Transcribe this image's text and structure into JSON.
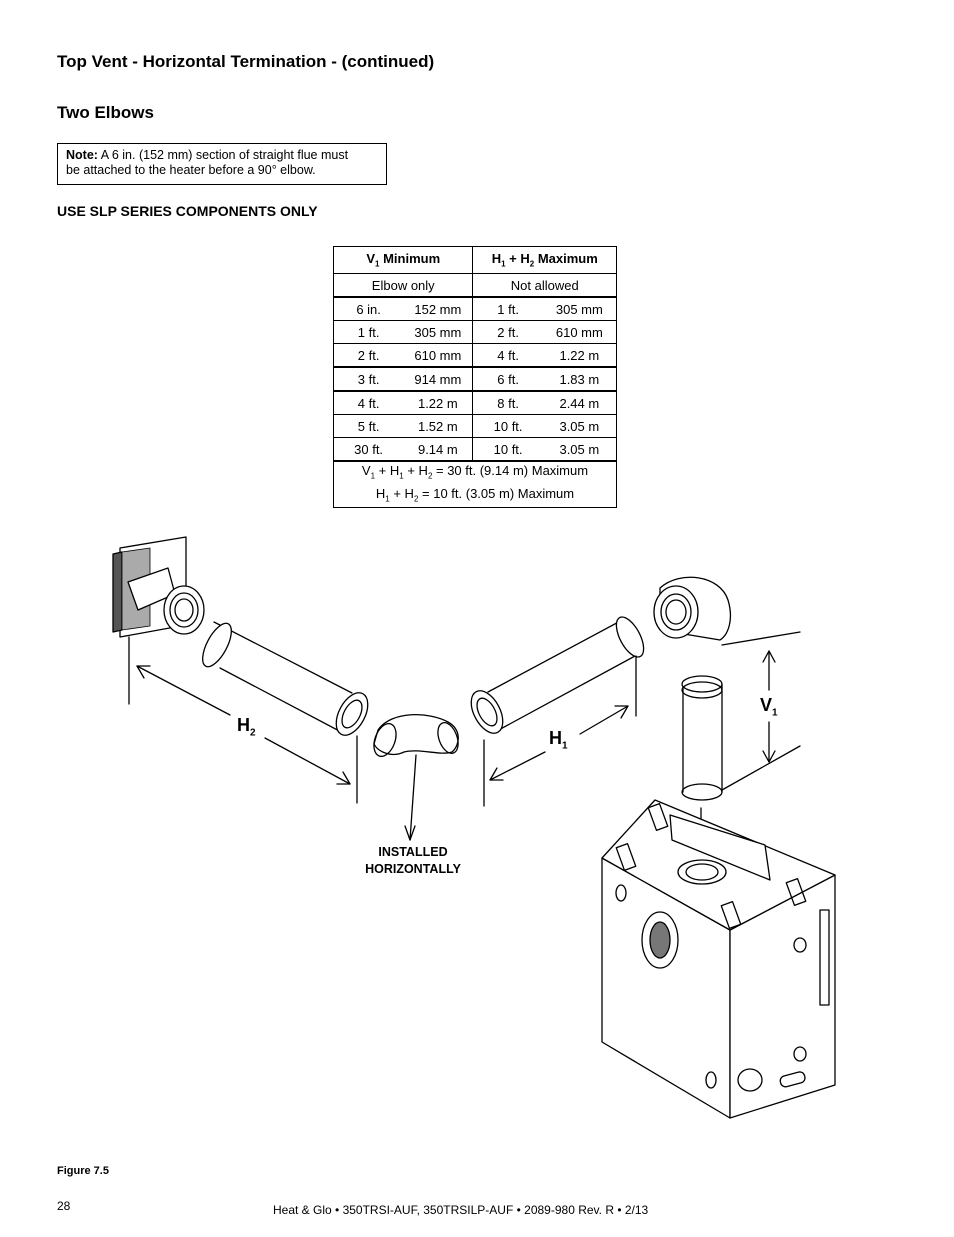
{
  "header": {
    "title": "Top Vent - Horizontal Termination  - (continued)",
    "subtitle": "Two Elbows"
  },
  "note": {
    "label": "Note:",
    "text_line1": " A 6 in. (152 mm) section of straight flue must",
    "text_line2": "be attached to the heater before a 90° elbow."
  },
  "components_notice": "USE SLP SERIES COMPONENTS ONLY",
  "table": {
    "col1_header": {
      "prefix": "V",
      "sub": "1",
      "suffix": " Minimum"
    },
    "col2_header": {
      "p1": "H",
      "s1": "1",
      "mid": " + H",
      "s2": "2",
      "suffix": " Maximum"
    },
    "elbow_row": [
      "Elbow only",
      "Not allowed"
    ],
    "rows": [
      [
        "6 in.",
        "152 mm",
        "1 ft.",
        "305 mm"
      ],
      [
        "1 ft.",
        "305 mm",
        "2 ft.",
        "610 mm"
      ],
      [
        "2 ft.",
        "610 mm",
        "4 ft.",
        "1.22 m"
      ],
      [
        "3 ft.",
        "914 mm",
        "6 ft.",
        "1.83 m"
      ],
      [
        "4 ft.",
        "1.22 m",
        "8 ft.",
        "2.44 m"
      ],
      [
        "5 ft.",
        "1.52 m",
        "10 ft.",
        "3.05 m"
      ],
      [
        "30 ft.",
        "9.14 m",
        "10 ft.",
        "3.05 m"
      ]
    ],
    "footer_line1": {
      "a": "V",
      "as": "1",
      "b": " + H",
      "bs": "1",
      "c": " + H",
      "cs": "2",
      "d": " = 30 ft. (9.14 m) Maximum"
    },
    "footer_line2": {
      "a": "H",
      "as": "1",
      "b": " + H",
      "bs": "2",
      "c": " = 10 ft. (3.05 m) Maximum"
    }
  },
  "diagram": {
    "installed_line1": "INSTALLED",
    "installed_line2": "HORIZONTALLY",
    "h2": {
      "main": "H",
      "sub": "2"
    },
    "h1": {
      "main": "H",
      "sub": "1"
    },
    "v1": {
      "main": "V",
      "sub": "1"
    }
  },
  "figure_caption": "Figure 7.5",
  "page_number": "28",
  "footer": "Heat & Glo  •  350TRSI-AUF, 350TRSILP-AUF  •  2089-980 Rev. R  •  2/13"
}
